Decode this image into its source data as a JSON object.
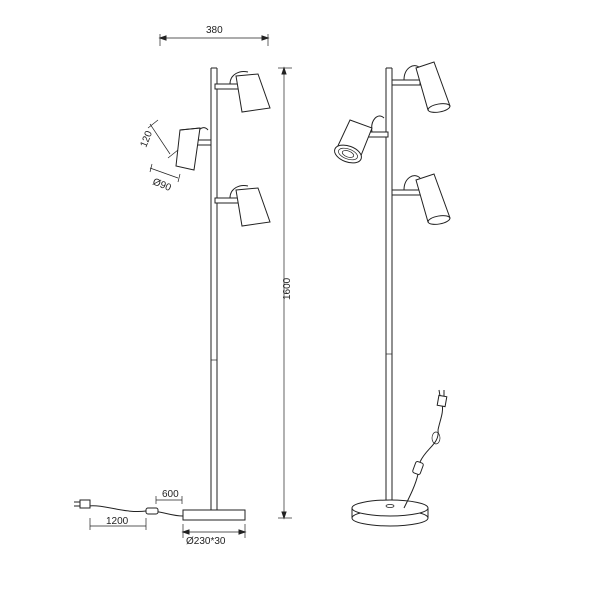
{
  "drawing": {
    "dimensions": {
      "width_total": "380",
      "height_total": "1600",
      "shade_length": "120",
      "shade_diameter": "Ø90",
      "cable_to_switch": "600",
      "cable_to_plug": "1200",
      "base": "Ø230*30"
    },
    "views": [
      "front-elevation",
      "perspective"
    ]
  }
}
